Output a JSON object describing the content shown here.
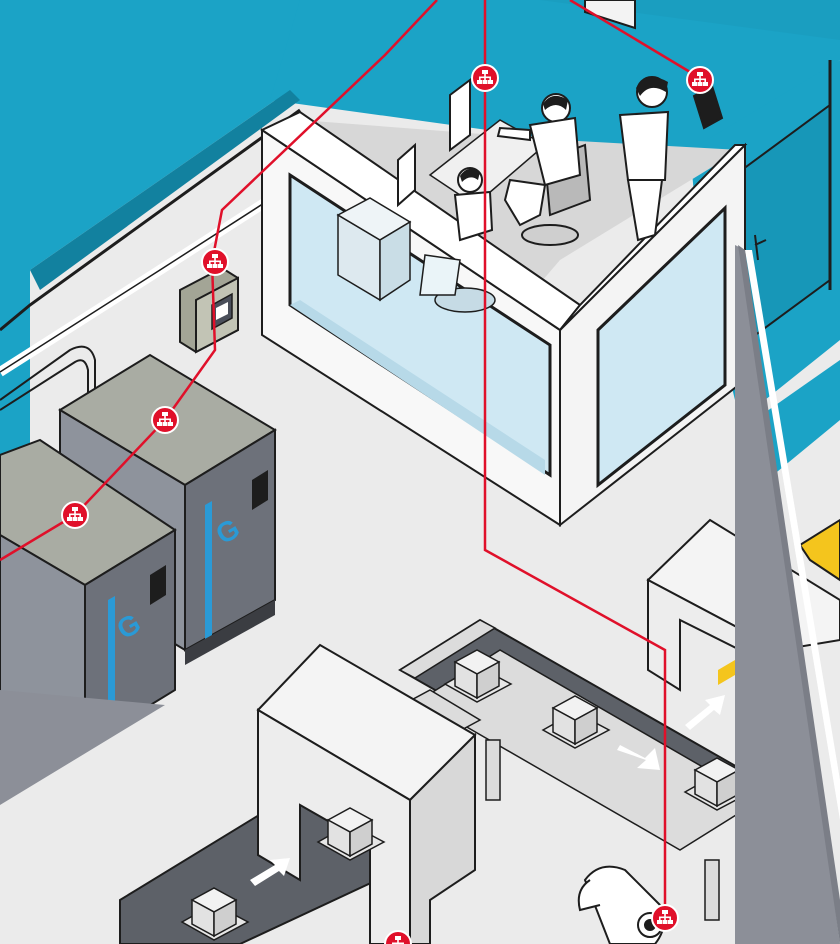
{
  "scene": {
    "colors": {
      "wall_teal": "#1ba3c6",
      "wall_shadow": "#12819f",
      "floor": "#ebebeb",
      "floor_line": "#d8d8d8",
      "room_white": "#f8f8f8",
      "glass": "#cfe8f3",
      "network_red": "#e0102a",
      "compressor_grey": "#8e939c",
      "compressor_top": "#a9aca3",
      "compressor_side": "#6d717a",
      "compressor_stripe": "#2a9ad6",
      "conveyor_belt": "#5d6168",
      "conveyor_frame": "#dcdcdc",
      "package_yellow": "#f4c51d",
      "callout_grey": "#8c8f98",
      "outline": "#1d1d1d"
    },
    "network_nodes": [
      "network-node-ceiling",
      "network-node-tablet",
      "network-node-cabinet",
      "network-node-compressor-1",
      "network-node-compressor-2",
      "network-node-conveyor",
      "network-node-robot"
    ],
    "compressor_brand_letter": "G",
    "icons": {
      "network_node": "network-hub-icon",
      "arrow": "conveyor-arrow-icon",
      "door_handle": "door-handle-icon"
    }
  }
}
